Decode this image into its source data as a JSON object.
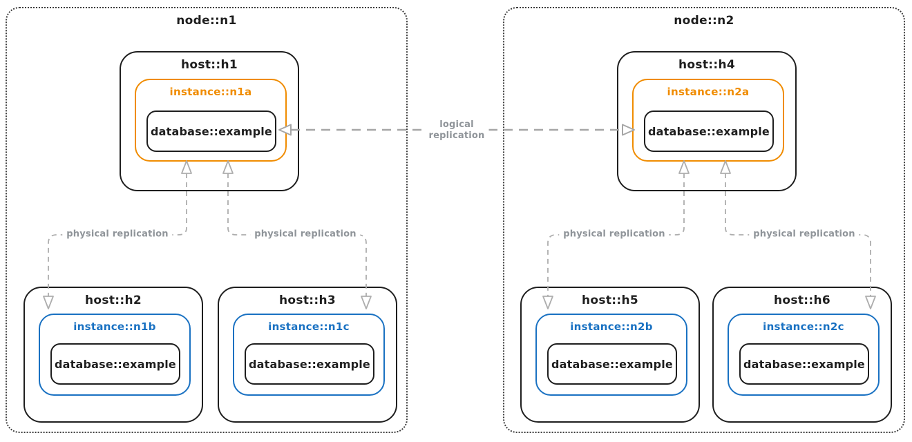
{
  "diagram": {
    "title_note": "database replication topology",
    "colors": {
      "stroke_black": "#1e1e1e",
      "instance_primary_orange": "#f08c00",
      "instance_replica_blue": "#1971c2",
      "arrow_gray": "#a6a6a6",
      "label_gray": "#8f9499",
      "background": "#ffffff"
    },
    "nodes": [
      {
        "title": "node::n1",
        "hosts": [
          {
            "title": "host::h1",
            "instance": {
              "label": "instance::n1a",
              "role": "primary"
            },
            "database": {
              "label": "database::example"
            }
          },
          {
            "title": "host::h2",
            "instance": {
              "label": "instance::n1b",
              "role": "replica"
            },
            "database": {
              "label": "database::example"
            }
          },
          {
            "title": "host::h3",
            "instance": {
              "label": "instance::n1c",
              "role": "replica"
            },
            "database": {
              "label": "database::example"
            }
          }
        ]
      },
      {
        "title": "node::n2",
        "hosts": [
          {
            "title": "host::h4",
            "instance": {
              "label": "instance::n2a",
              "role": "primary"
            },
            "database": {
              "label": "database::example"
            }
          },
          {
            "title": "host::h5",
            "instance": {
              "label": "instance::n2b",
              "role": "replica"
            },
            "database": {
              "label": "database::example"
            }
          },
          {
            "title": "host::h6",
            "instance": {
              "label": "instance::n2c",
              "role": "replica"
            },
            "database": {
              "label": "database::example"
            }
          }
        ]
      }
    ],
    "edges": {
      "logical": {
        "label_line1": "logical",
        "label_line2": "replication",
        "between": [
          "database::example @ host::h1",
          "database::example @ host::h4"
        ],
        "bidirectional": true,
        "style": "dashed-gray"
      },
      "physical": {
        "label": "physical replication",
        "pairs": [
          [
            "instance::n1a",
            "instance::n1b"
          ],
          [
            "instance::n1a",
            "instance::n1c"
          ],
          [
            "instance::n2a",
            "instance::n2b"
          ],
          [
            "instance::n2a",
            "instance::n2c"
          ]
        ],
        "style": "dashed-gray-elbow"
      }
    }
  }
}
